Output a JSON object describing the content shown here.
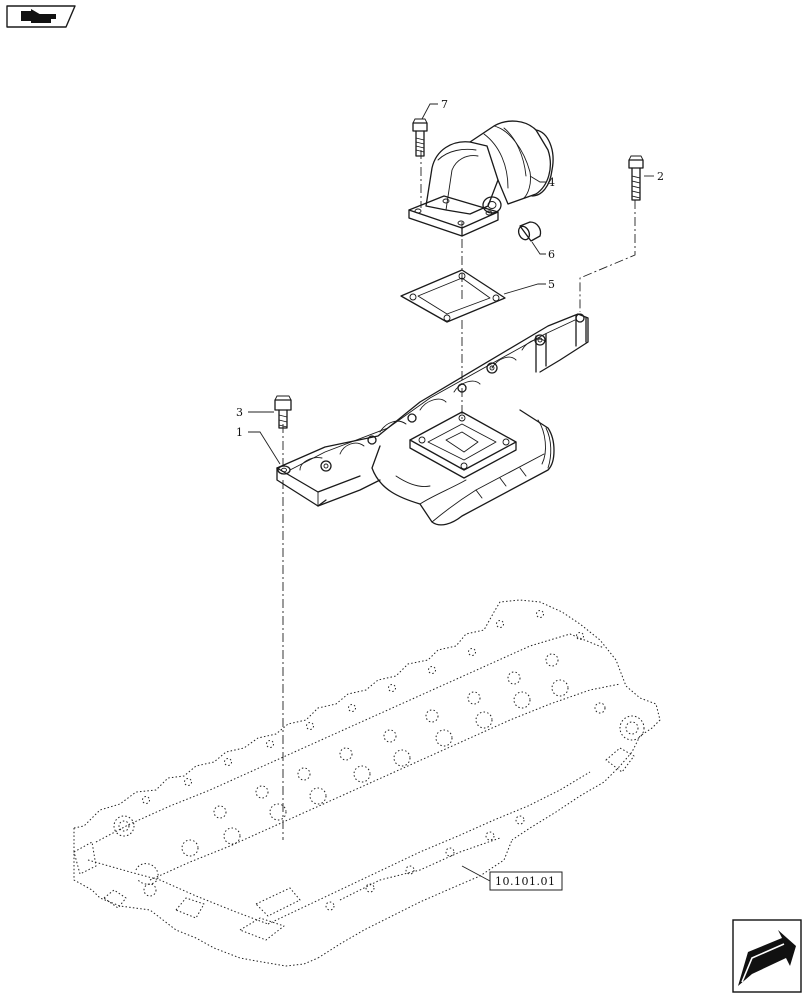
{
  "header": {
    "icon": "book-arrow-icon"
  },
  "callouts": {
    "item_1": "1",
    "item_2": "2",
    "item_3": "3",
    "item_4": "4",
    "item_5": "5",
    "item_6": "6",
    "item_7": "7"
  },
  "reference": {
    "label": "10.101.01"
  },
  "footer": {
    "icon": "next-page-arrow-icon"
  }
}
